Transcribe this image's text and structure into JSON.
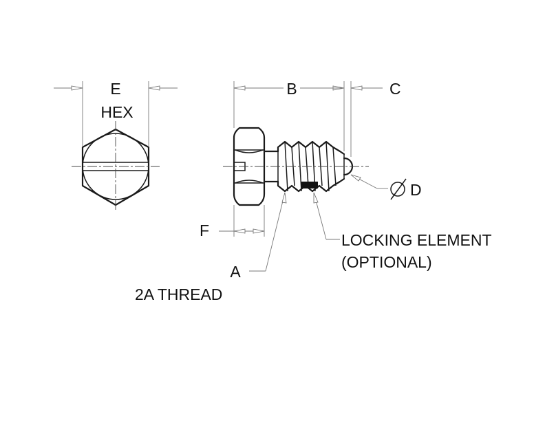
{
  "labels": {
    "e": "E",
    "hex": "HEX",
    "b": "B",
    "c": "C",
    "d": "D",
    "f": "F",
    "a": "A",
    "thread": "2A THREAD",
    "locking_line1": "LOCKING ELEMENT",
    "locking_line2": "(OPTIONAL)"
  },
  "icons": {
    "diameter": "diameter-symbol-icon"
  },
  "colors": {
    "ink": "#1a1a1a",
    "leader": "#777777",
    "locking_element": "#111111"
  }
}
